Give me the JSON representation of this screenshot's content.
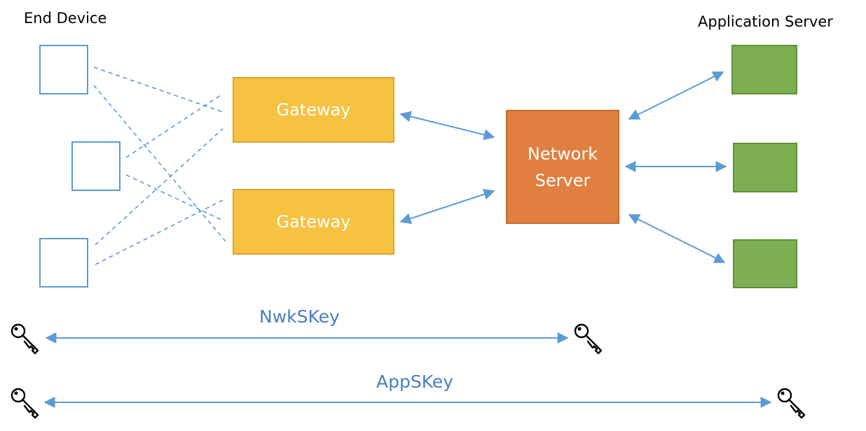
{
  "labels": {
    "end_device": "End Device",
    "application_server": "Application Server"
  },
  "gateways": [
    "Gateway",
    "Gateway"
  ],
  "network_server": [
    "Network",
    "Server"
  ],
  "keys": {
    "nwk": "NwkSKey",
    "app": "AppSKey"
  },
  "colors": {
    "device_border": "#5b9bd5",
    "gateway_fill": "#f5c242",
    "network_server_fill": "#e07f3f",
    "app_server_fill": "#7dae52",
    "link": "#5b9bd5",
    "key_label": "#4a7ec1"
  },
  "icons": {
    "key": "key-icon"
  }
}
